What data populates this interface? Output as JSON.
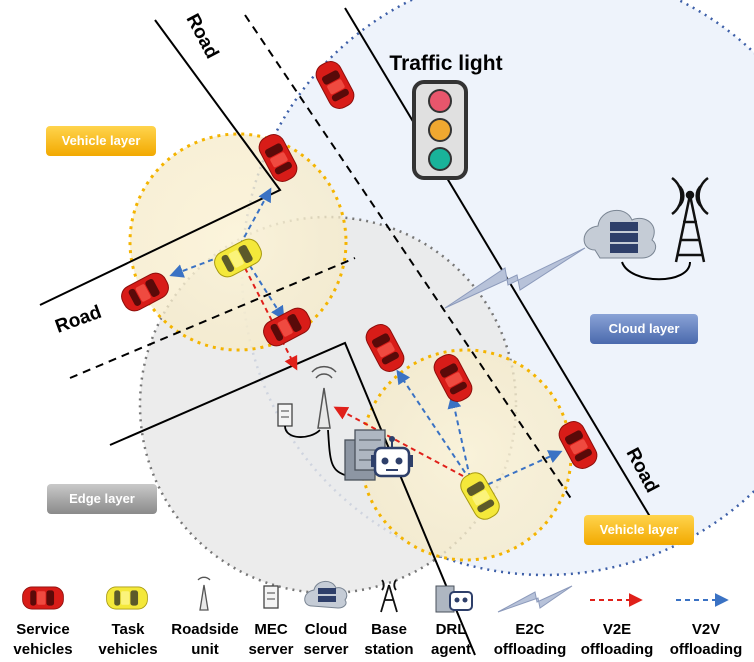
{
  "title": "Traffic light",
  "road_labels": [
    "Road",
    "Road",
    "Road"
  ],
  "layers": {
    "vehicle_top": "Vehicle layer",
    "vehicle_bottom": "Vehicle layer",
    "cloud": "Cloud layer",
    "edge": "Edge layer"
  },
  "legend": [
    {
      "line1": "Service",
      "line2": "vehicles",
      "icon": "red-car-icon"
    },
    {
      "line1": "Task",
      "line2": "vehicles",
      "icon": "yellow-car-icon"
    },
    {
      "line1": "Roadside",
      "line2": "unit",
      "icon": "roadside-unit-icon"
    },
    {
      "line1": "MEC",
      "line2": "server",
      "icon": "mec-server-icon"
    },
    {
      "line1": "Cloud",
      "line2": "server",
      "icon": "cloud-server-icon"
    },
    {
      "line1": "Base",
      "line2": "station",
      "icon": "base-station-icon"
    },
    {
      "line1": "DRL",
      "line2": "agent",
      "icon": "robot-agent-icon"
    },
    {
      "line1": "E2C",
      "line2": "offloading",
      "icon": "lightning-link-icon"
    },
    {
      "line1": "V2E",
      "line2": "offloading",
      "icon": "red-dashed-arrow-icon"
    },
    {
      "line1": "V2V",
      "line2": "offloading",
      "icon": "blue-dashed-arrow-icon"
    }
  ],
  "colors": {
    "service_vehicle": "#e0201a",
    "task_vehicle": "#f5e93a",
    "vehicle_circle": "#f4b400",
    "cloud_region": "#eef3fb",
    "v2e_arrow": "#e0201a",
    "v2v_arrow": "#3a72c4"
  }
}
